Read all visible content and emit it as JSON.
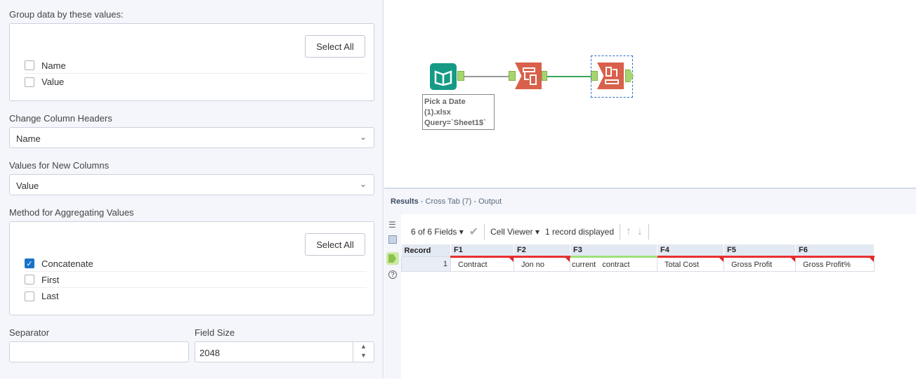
{
  "config": {
    "group_label": "Group data by these values:",
    "select_all": "Select All",
    "group_fields": [
      {
        "label": "Name",
        "checked": false
      },
      {
        "label": "Value",
        "checked": false
      }
    ],
    "headers_label": "Change Column Headers",
    "headers_value": "Name",
    "values_label": "Values for New Columns",
    "values_value": "Value",
    "method_label": "Method for Aggregating Values",
    "methods": [
      {
        "label": "Concatenate",
        "checked": true
      },
      {
        "label": "First",
        "checked": false
      },
      {
        "label": "Last",
        "checked": false
      }
    ],
    "separator_label": "Separator",
    "separator_value": "",
    "fieldsize_label": "Field Size",
    "fieldsize_value": "2048"
  },
  "canvas": {
    "input_annotation": [
      "Pick a Date",
      "(1).xlsx",
      "Query=`Sheet1$`"
    ]
  },
  "results": {
    "title": "Results",
    "subtitle": " - Cross Tab (7) - Output",
    "fields": "6 of 6 Fields",
    "cell_viewer": "Cell Viewer",
    "records": "1 record displayed",
    "columns": [
      "Record",
      "F1",
      "F2",
      "F3",
      "F4",
      "F5",
      "F6"
    ],
    "row": {
      "record": "1",
      "cells": [
        "Contract",
        "Jon no",
        "current   contract",
        "Total Cost",
        "Gross Profit",
        "Gross Profit%"
      ]
    }
  }
}
